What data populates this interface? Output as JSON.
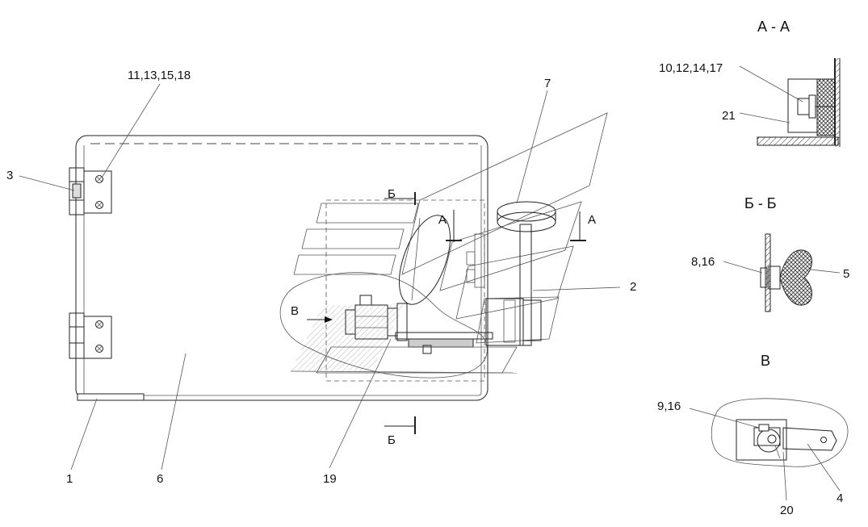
{
  "callouts": {
    "c11": "11,13,15,18",
    "c3": "3",
    "c7": "7",
    "c2": "2",
    "c1": "1",
    "c6": "6",
    "c19": "19",
    "c10": "10,12,14,17",
    "c21": "21",
    "c8": "8,16",
    "c5": "5",
    "c9": "9,16",
    "c4": "4",
    "c20": "20"
  },
  "section_marks": {
    "a": "А",
    "b": "Б",
    "v": "В"
  },
  "views": {
    "aa": "А - А",
    "bb": "Б - Б",
    "v": "В"
  }
}
